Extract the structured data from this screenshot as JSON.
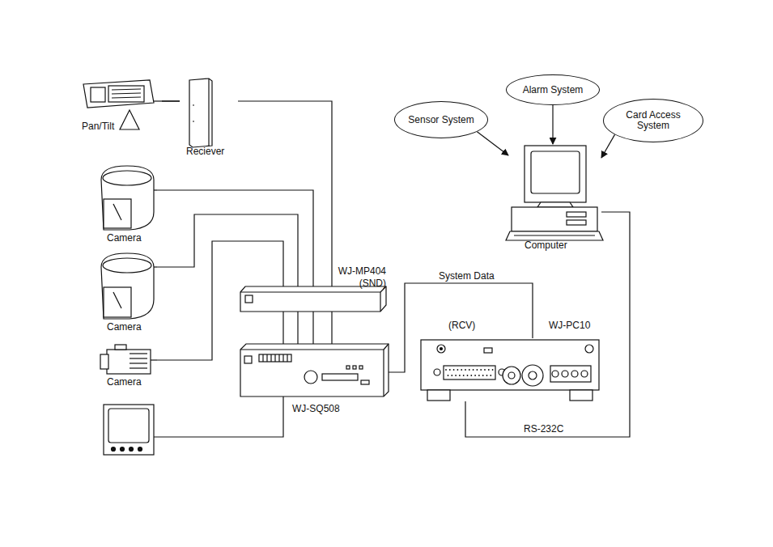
{
  "diagram": {
    "nodes": [
      {
        "text": [
          "Pan/Tilt"
        ]
      },
      {
        "text": [
          "Reciever"
        ]
      },
      {
        "text": [
          "Camera"
        ]
      },
      {
        "text": [
          "Camera"
        ]
      },
      {
        "text": [
          "Camera"
        ]
      },
      {
        "text": [
          "WJ-MP404",
          "(SND)"
        ]
      },
      {
        "text": [
          "WJ-SQ508"
        ]
      },
      {
        "text": [
          "(RCV)",
          "WJ-PC10"
        ]
      },
      {
        "text": [
          "Computer"
        ]
      },
      {
        "text": [
          "Sensor System"
        ]
      },
      {
        "text": [
          "Alarm System"
        ]
      },
      {
        "text": [
          "Card Access System"
        ]
      }
    ],
    "edges": [
      {
        "from": 0,
        "to": 1,
        "arrow": "none"
      },
      {
        "from": 1,
        "to": 6,
        "arrow": "none"
      },
      {
        "from": 2,
        "to": 6,
        "arrow": "none"
      },
      {
        "from": 3,
        "to": 6,
        "arrow": "none"
      },
      {
        "from": 4,
        "to": 6,
        "arrow": "none"
      },
      {
        "from": 6,
        "to": 7,
        "label": "System Data",
        "arrow": "none"
      },
      {
        "from": 7,
        "to": 8,
        "label": "RS-232C",
        "arrow": "none"
      },
      {
        "from": 9,
        "to": 8,
        "arrow": "to"
      },
      {
        "from": 10,
        "to": 8,
        "arrow": "to"
      },
      {
        "from": 11,
        "to": 8,
        "arrow": "to"
      }
    ]
  }
}
